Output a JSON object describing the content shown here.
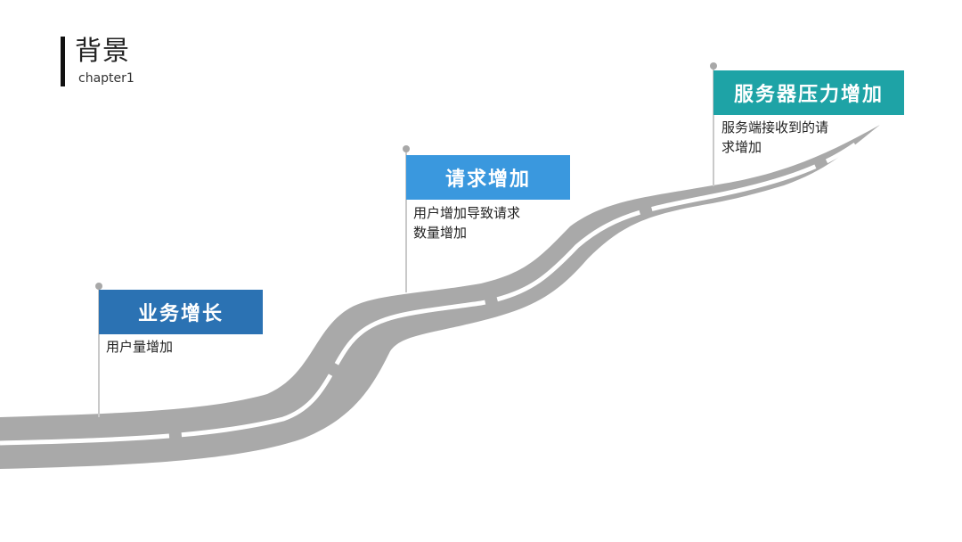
{
  "header": {
    "title": "背景",
    "subtitle": "chapter1"
  },
  "milestones": [
    {
      "title": "业务增长",
      "description": "用户量增加",
      "color": "#2b72b3"
    },
    {
      "title": "请求增加",
      "description": "用户增加导致请求\n数量增加",
      "color": "#3a98de"
    },
    {
      "title": "服务器压力增加",
      "description": "服务端接收到的请\n求增加",
      "color": "#1ea3a6"
    }
  ],
  "colors": {
    "road": "#a9a9a9",
    "road_line": "#ffffff",
    "pole": "#c9c9c9"
  }
}
